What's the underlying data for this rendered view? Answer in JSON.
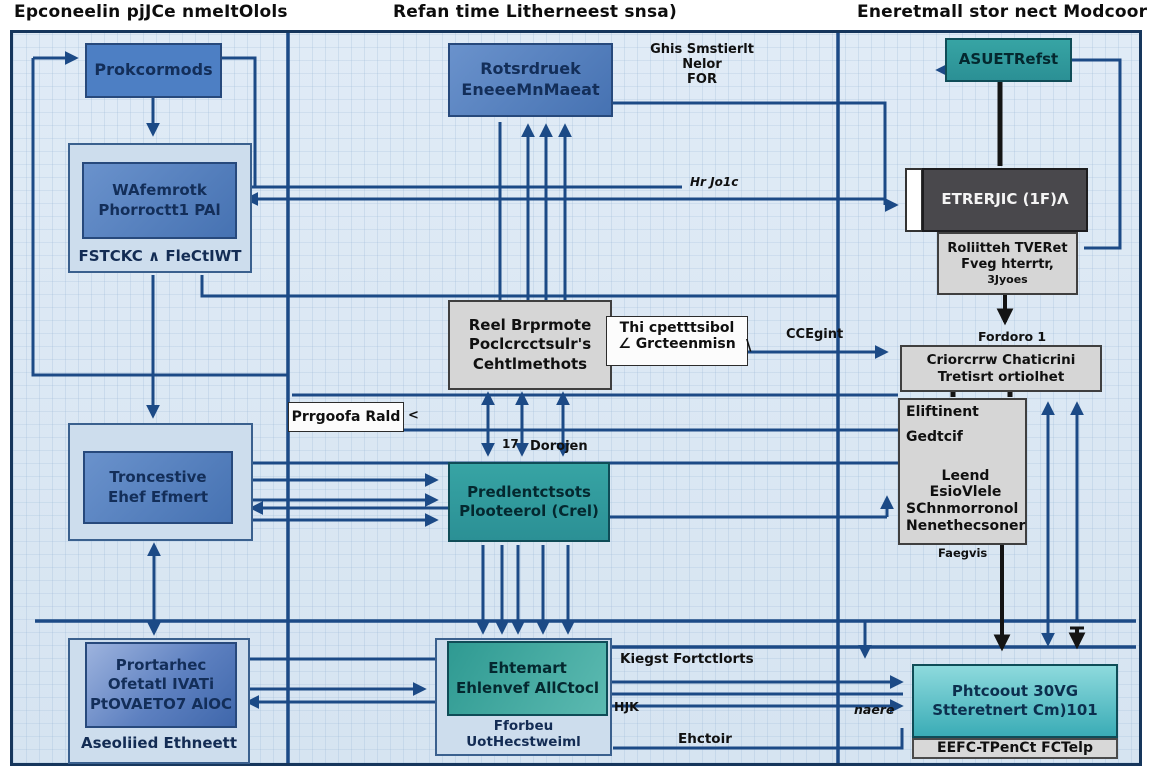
{
  "headings": {
    "left": "Epconeelin pjJCe nmeItOlols",
    "middle": "Refan time Litherneest snsa)",
    "right": "Eneretmall stor nect Modcoor"
  },
  "palette": {
    "panel_bg": "#dce8f4",
    "navy_line": "#1c4a86",
    "black_line": "#141414",
    "blue_box": "#4d7fc4",
    "teal_box": "#2f9e9e",
    "gray_box": "#d6d6d6",
    "dark_box": "#49484c"
  },
  "left_column": {
    "protocols": "Prokcormods",
    "stack": {
      "line1": "WAfemrotk",
      "line2": "Phorroctt1 PAl",
      "caption": "FSTCKC ∧ FleCtIWT"
    },
    "transitive": {
      "line1": "Troncestive",
      "line2": "Ehef Efmert"
    },
    "bottom": {
      "line1": "Prortarhec",
      "line2": "Ofetatl IVATi",
      "line3": "PtOVAETO7 AlOC",
      "caption": "Aseoliied Ethneett"
    }
  },
  "middle_column": {
    "top": {
      "line1": "Rotsrdruek",
      "line2": "EneeeMnMaeat"
    },
    "note_top": {
      "line1": "Ghis Smstierlt",
      "line2": "Nelor",
      "line3": "FOR"
    },
    "hr_label": "Hr Jo1c",
    "gray": {
      "line1": "Reel Brprmote",
      "line2": "Poclcrcctsulr's",
      "line3": "Cehtlmethots"
    },
    "callout": {
      "line1": "Thi cpetttsibol",
      "line2": "∠ Grcteenmisn"
    },
    "callout_tail": "\\",
    "ccfg_label": "CCEgint",
    "prog_label": "Prrgoofa Rald",
    "prog_tick": "<",
    "num_label": "17",
    "domain_label": "Dorojen",
    "teal": {
      "line1": "Predlentctsots",
      "line2": "Plooteerol (Crel)"
    },
    "bottom": {
      "line1": "Ehtemart",
      "line2": "Ehlenvef AllCtocl",
      "caption1": "Fforbeu",
      "caption2": "UotHecstweiml"
    },
    "reqs_label": "Kiegst Fortctlorts",
    "hk_label": "HJK",
    "error_label": "Ehctoir"
  },
  "right_column": {
    "top_teal": "ASUETRefst",
    "dark": "ETRERJIC (1F)Λ",
    "under_dark": {
      "line1": "Roliitteh TVERet",
      "line2": "Fveg hterrtr,",
      "line3": "3Jyoes"
    },
    "fordoro_label": "Fordoro 1",
    "traffic": {
      "line1": "Criorcrrw Chaticrini",
      "line2": "Tretisrt ortiolhet"
    },
    "tall": {
      "line1": "Eliftinent",
      "line2": "Gedtcif",
      "line3": "Leend EsioVlele",
      "line4": "SChnmorronol",
      "line5": "Nenethecsoner"
    },
    "faegvis_label": "Faegvis",
    "naere_label": "naere",
    "bottom_teal": {
      "line1": "Phtcoout 30VG",
      "line2": "Stteretnert Cm)101",
      "strip": "EEFC-TPenCt FCTelp"
    }
  }
}
